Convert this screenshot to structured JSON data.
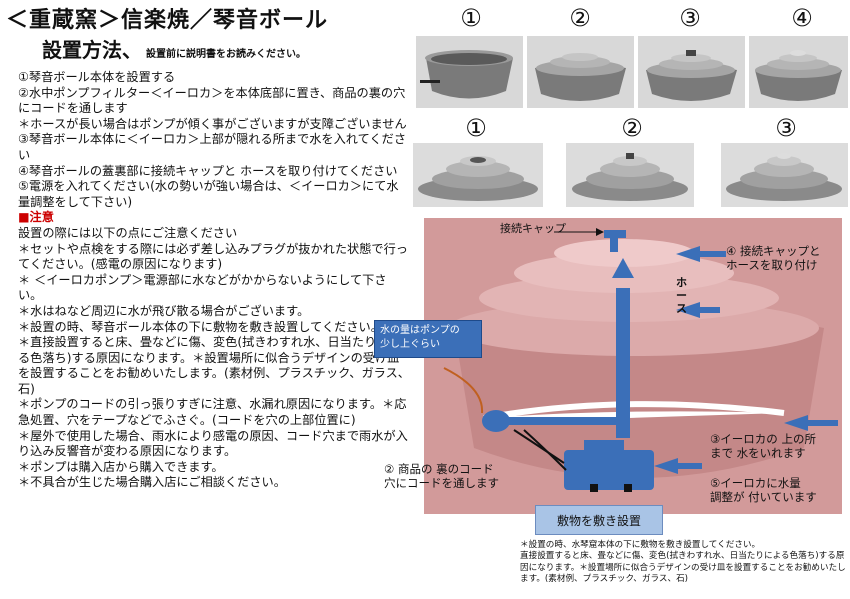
{
  "header": {
    "title": "＜重蔵窯＞信楽焼／琴音ボール",
    "subtitle": "設置方法、",
    "subtitle_note": "設置前に説明書をお読みください。"
  },
  "instructions": [
    "①琴音ボール本体を設置する",
    "②水中ポンプフィルター＜イーロカ＞を本体底部に置き、商品の裏の穴にコードを通します",
    "＊ホースが長い場合はポンプが傾く事がございますが支障ございません",
    "③琴音ボール本体に＜イーロカ＞上部が隠れる所まで水を入れてください",
    "④琴音ボールの蓋裏部に接続キャップと ホースを取り付けてください",
    "⑤電源を入れてください(水の勢いが強い場合は、＜イーロカ＞にて水量調整をして下さい)",
    "■注意",
    "設置の際には以下の点にご注意ください",
    "＊セットや点検をする際には必ず差し込みプラグが抜かれた状態で行ってください。(感電の原因になります)",
    "＊ ＜イーロカポンプ＞電源部に水などがかからないようにして下さい。",
    "＊水はねなど周辺に水が飛び散る場合がございます。",
    "＊設置の時、琴音ボール本体の下に敷物を敷き設置してください。",
    "＊直接設置すると床、畳などに傷、変色(拭きわすれ水、日当たりによる色落ち)する原因になります。＊設置場所に似合うデザインの受け皿を設置することをお勧めいたします。(素材例、プラスチック、ガラス、石)",
    "＊ポンプのコードの引っ張りすぎに注意、水漏れ原因になります。＊応急処置、穴をテープなどでふさぐ。(コードを穴の上部位置に)",
    "＊屋外で使用した場合、雨水により感電の原因、コード穴まで雨水が入り込み反響音が変わる原因になります。",
    "＊ポンプは購入店から購入できます。",
    "＊不具合が生じた場合購入店にご相談ください。"
  ],
  "steps_row1": [
    "①",
    "②",
    "③",
    "④"
  ],
  "steps_row2": [
    "①",
    "②",
    "③"
  ],
  "diagram": {
    "cap_label": "接続キャップ",
    "attach_label": "④ 接続キャップと\nホースを取り付け",
    "hose_label": "ホース",
    "water_level": "水の量はポンプの\n少し上ぐらい",
    "fill_label": "③イーロカの 上の所\nまで 水をいれます",
    "adjust_label": "⑤イーロカに水量\n調整が 付いています",
    "cord_label": "② 商品の 裏のコード\n穴にコードを通します"
  },
  "mat_label": "敷物を敷き設置",
  "footnote": [
    "＊設置の時、水琴窟本体の下に敷物を敷き設置してください。",
    "直接設置すると床、畳などに傷、変色(拭きわすれ水、日当たりによる色落ち)する原因になります。＊設置場所に似合うデザインの受け皿を設置することをお勧めいたします。(素材例、プラスチック、ガラス、石)"
  ],
  "colors": {
    "accent_blue": "#3b6fb8",
    "warning_red": "#cc0000",
    "diagram_bg": "#d29a9a"
  }
}
